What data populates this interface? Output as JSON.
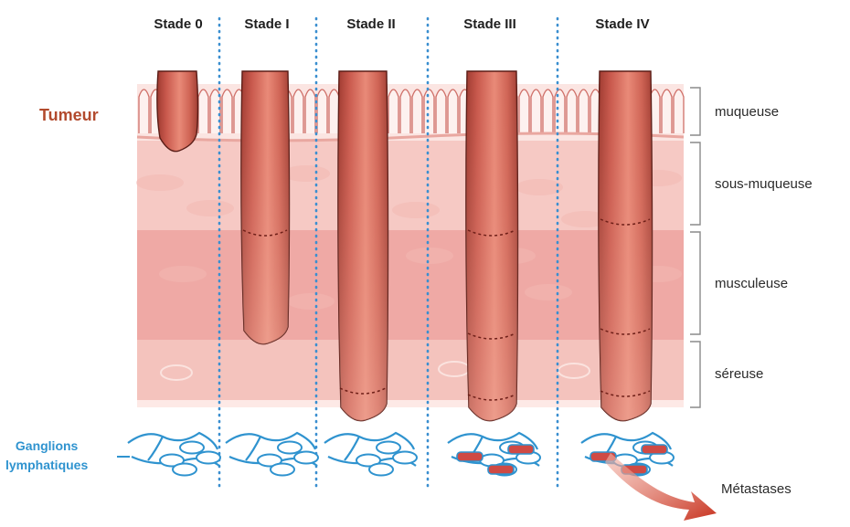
{
  "stages": [
    "Stade 0",
    "Stade I",
    "Stade II",
    "Stade III",
    "Stade IV"
  ],
  "layers": [
    "muqueuse",
    "sous-muqueuse",
    "musculeuse",
    "séreuse"
  ],
  "labels": {
    "tumor": "Tumeur",
    "lymph_nodes": "Ganglions\nlymphatiques",
    "metastases": "Métastases"
  },
  "colors": {
    "tumor_label": "#b24a2d",
    "lymph_label": "#2f93cf",
    "divider": "#3b8fd0",
    "tumor_body": "#c8584c",
    "affected_node": "#cf4a44"
  },
  "affected_lymph_nodes": [
    false,
    false,
    false,
    true,
    true
  ],
  "metastasis": [
    false,
    false,
    false,
    false,
    true
  ]
}
